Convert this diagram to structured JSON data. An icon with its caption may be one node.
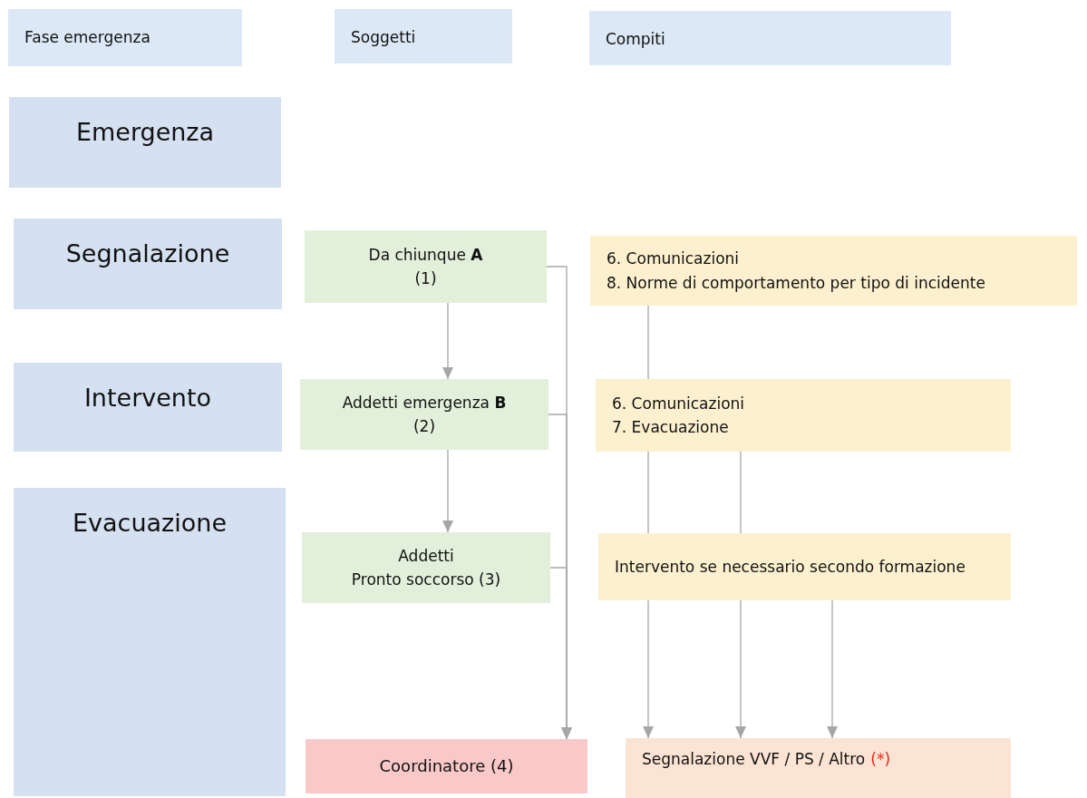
{
  "diagram": {
    "nodes": [
      {
        "text": [
          "Fase emergenza"
        ]
      },
      {
        "text": [
          "Soggetti"
        ]
      },
      {
        "text": [
          "Compiti"
        ]
      },
      {
        "text": [
          "Emergenza"
        ]
      },
      {
        "text": [
          "Segnalazione"
        ]
      },
      {
        "text": [
          "Intervento"
        ]
      },
      {
        "text": [
          "Evacuazione"
        ]
      },
      {
        "text": [
          "Da chiunque **A** (1)"
        ]
      },
      {
        "text": [
          "Addetti emergenza **B** (2)"
        ]
      },
      {
        "text": [
          "Addetti",
          "Pronto soccorso (3)"
        ]
      },
      {
        "text": [
          "6. Comunicazioni",
          "8. Norme di comportamento per tipo di incidente"
        ]
      },
      {
        "text": [
          "6. Comunicazioni",
          "7. Evacuazione"
        ]
      },
      {
        "text": [
          "Intervento se necessario secondo formazione"
        ]
      },
      {
        "text": [
          "Coordinatore (4)"
        ]
      },
      {
        "text": [
          "Segnalazione VVF / PS / Altro",
          "(*)"
        ]
      }
    ],
    "edges": [
      {
        "from": 7,
        "to": 8,
        "arrow": "to"
      },
      {
        "from": 8,
        "to": 9,
        "arrow": "to"
      },
      {
        "from": 7,
        "to": 13,
        "arrow": "to"
      },
      {
        "from": 8,
        "to": 13,
        "arrow": "to"
      },
      {
        "from": 9,
        "to": 13,
        "arrow": "to"
      },
      {
        "from": 10,
        "to": 11,
        "arrow": "none"
      },
      {
        "from": 11,
        "to": 12,
        "arrow": "none"
      },
      {
        "from": 11,
        "to": 12,
        "arrow": "none"
      },
      {
        "from": 12,
        "to": 14,
        "arrow": "to"
      },
      {
        "from": 12,
        "to": 14,
        "arrow": "to"
      },
      {
        "from": 12,
        "to": 14,
        "arrow": "to"
      }
    ]
  }
}
